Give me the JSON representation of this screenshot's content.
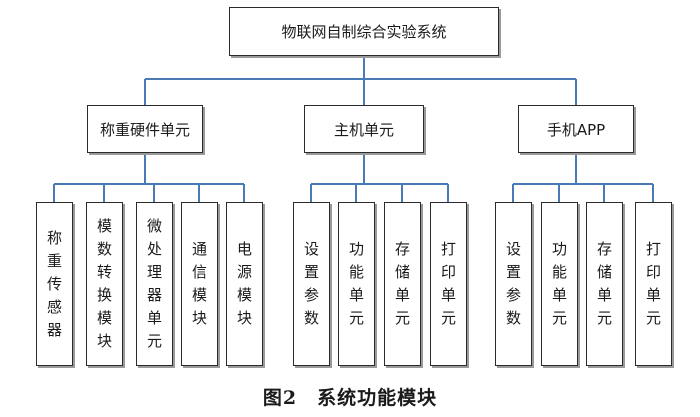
{
  "root": {
    "label": "物联网自制综合实验系统"
  },
  "groups": [
    {
      "label": "称重硬件单元",
      "items": [
        "称重传感器",
        "模数转换模块",
        "微处理器单元",
        "通信模块",
        "电源模块"
      ]
    },
    {
      "label": "主机单元",
      "items": [
        "设置参数",
        "功能单元",
        "存储单元",
        "打印单元"
      ]
    },
    {
      "label": "手机APP",
      "items": [
        "设置参数",
        "功能单元",
        "存储单元",
        "打印单元"
      ]
    }
  ],
  "caption": "图2　系统功能模块",
  "colors": {
    "connector": "#4a7ab5",
    "border": "#2b2b2b"
  }
}
